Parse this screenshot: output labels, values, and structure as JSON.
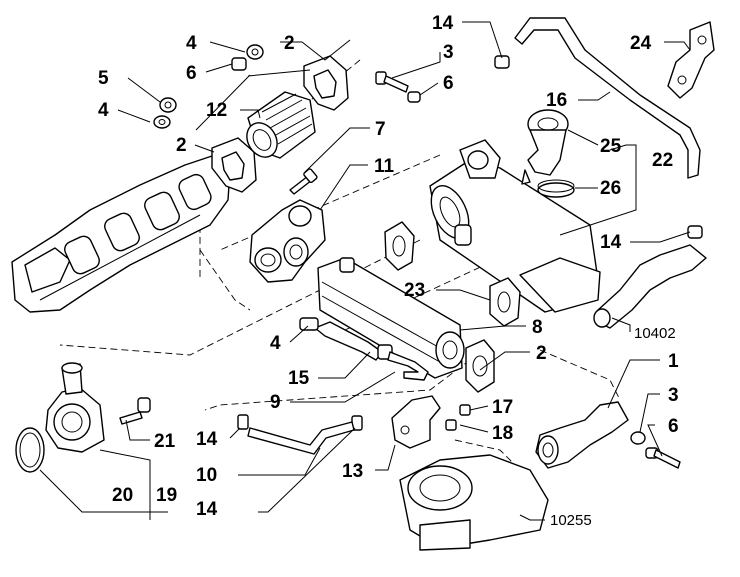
{
  "diagram": {
    "labels": [
      {
        "id": "c1",
        "text": "14"
      },
      {
        "id": "c2",
        "text": "3"
      },
      {
        "id": "c3",
        "text": "6"
      },
      {
        "id": "c4",
        "text": "24"
      },
      {
        "id": "c5",
        "text": "16"
      },
      {
        "id": "c6",
        "text": "25"
      },
      {
        "id": "c7",
        "text": "22"
      },
      {
        "id": "c8",
        "text": "26"
      },
      {
        "id": "c9",
        "text": "14"
      },
      {
        "id": "c10",
        "text": "4"
      },
      {
        "id": "c11",
        "text": "2"
      },
      {
        "id": "c12",
        "text": "6"
      },
      {
        "id": "c13",
        "text": "5"
      },
      {
        "id": "c14",
        "text": "4"
      },
      {
        "id": "c15",
        "text": "12"
      },
      {
        "id": "c16",
        "text": "2"
      },
      {
        "id": "c17",
        "text": "7"
      },
      {
        "id": "c18",
        "text": "11"
      },
      {
        "id": "c19",
        "text": "23"
      },
      {
        "id": "c20",
        "text": "8"
      },
      {
        "id": "c21",
        "text": "4"
      },
      {
        "id": "c22",
        "text": "2"
      },
      {
        "id": "c23",
        "text": "15"
      },
      {
        "id": "c24",
        "text": "9"
      },
      {
        "id": "c25",
        "text": "1"
      },
      {
        "id": "c26",
        "text": "3"
      },
      {
        "id": "c27",
        "text": "6"
      },
      {
        "id": "c28",
        "text": "17"
      },
      {
        "id": "c29",
        "text": "18"
      },
      {
        "id": "c30",
        "text": "21"
      },
      {
        "id": "c31",
        "text": "14"
      },
      {
        "id": "c32",
        "text": "10"
      },
      {
        "id": "c33",
        "text": "13"
      },
      {
        "id": "c34",
        "text": "20"
      },
      {
        "id": "c35",
        "text": "19"
      },
      {
        "id": "c36",
        "text": "14"
      }
    ],
    "references": [
      {
        "id": "r1",
        "text": "10402"
      },
      {
        "id": "r2",
        "text": "10255"
      }
    ]
  }
}
